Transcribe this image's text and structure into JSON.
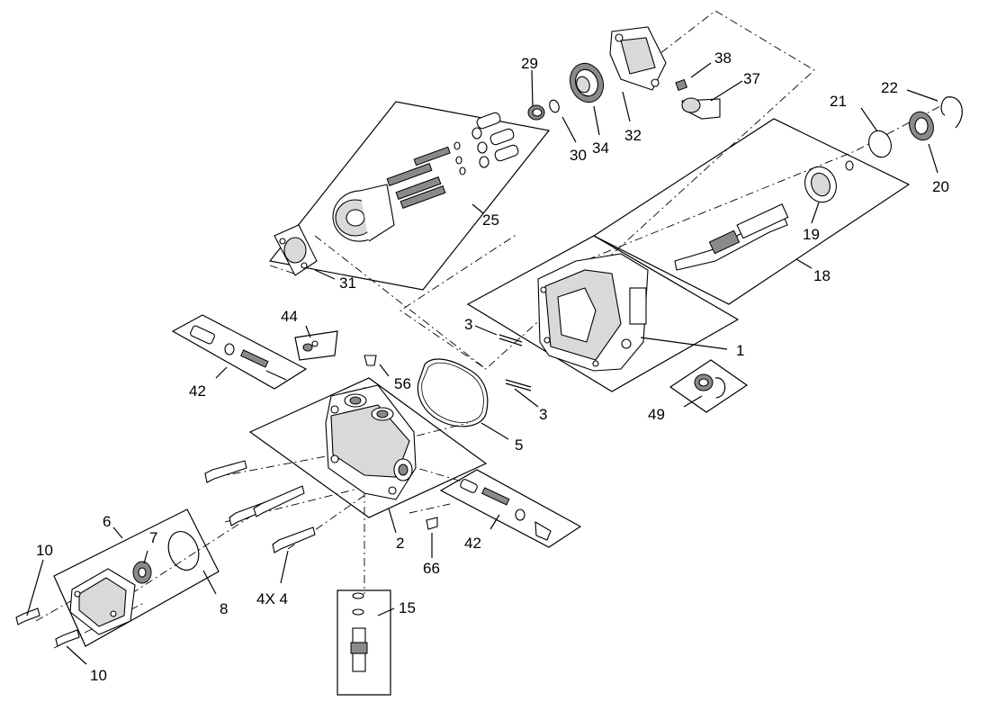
{
  "callouts": {
    "c1": "1",
    "c2": "2",
    "c3a": "3",
    "c3b": "3",
    "c4": "4X 4",
    "c5": "5",
    "c6": "6",
    "c7": "7",
    "c8": "8",
    "c10a": "10",
    "c10b": "10",
    "c15": "15",
    "c18": "18",
    "c19": "19",
    "c20": "20",
    "c21": "21",
    "c22": "22",
    "c25": "25",
    "c29": "29",
    "c30": "30",
    "c31": "31",
    "c32": "32",
    "c34": "34",
    "c37": "37",
    "c38": "38",
    "c42a": "42",
    "c42b": "42",
    "c44": "44",
    "c49": "49",
    "c56": "56",
    "c66": "66"
  }
}
